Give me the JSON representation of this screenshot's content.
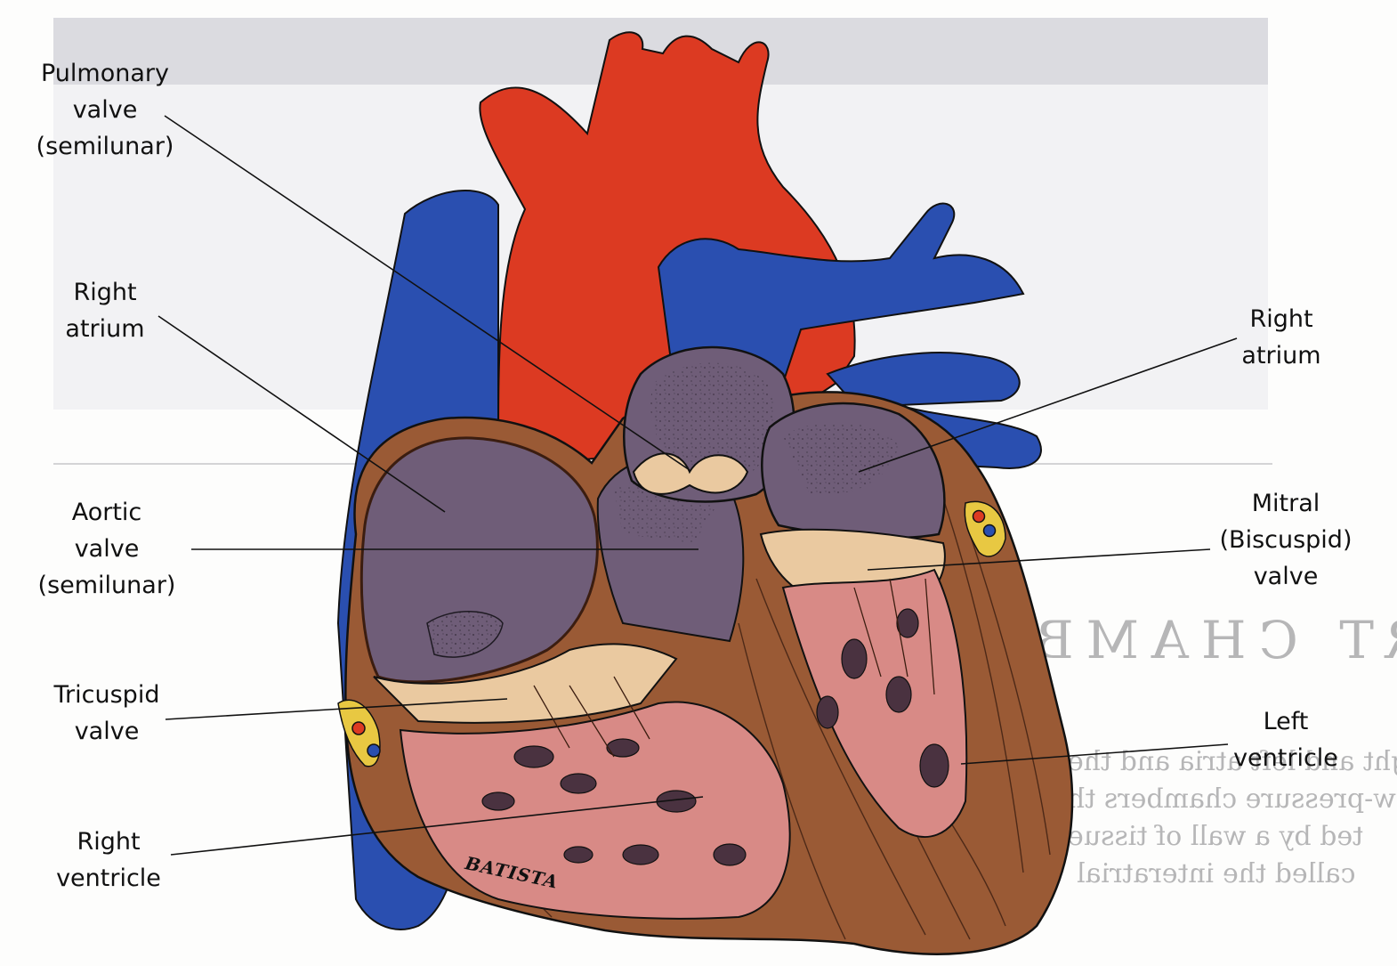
{
  "labels": {
    "pulmonary_valve": [
      "Pulmonary",
      "valve",
      "(semilunar)"
    ],
    "right_atrium_left": [
      "Right",
      "atrium"
    ],
    "aortic_valve": [
      "Aortic",
      "valve",
      "(semilunar)"
    ],
    "tricuspid_valve": [
      "Tricuspid",
      "valve"
    ],
    "right_ventricle": [
      "Right",
      "ventricle"
    ],
    "right_atrium_right": [
      "Right",
      "atrium"
    ],
    "mitral_valve": [
      "Mitral",
      "(Biscuspid)",
      "valve"
    ],
    "left_ventricle": [
      "Left",
      "ventricle"
    ]
  },
  "artist_signature": "BATISTA",
  "colors": {
    "aorta": "#dc3a22",
    "vein": "#2a4fb0",
    "chamber_purple": "#6f5d78",
    "myocardium_brown": "#9a5a35",
    "inner_pink": "#d88a86",
    "valve_tan": "#eac9a0",
    "fat_yellow": "#e8c842"
  }
}
